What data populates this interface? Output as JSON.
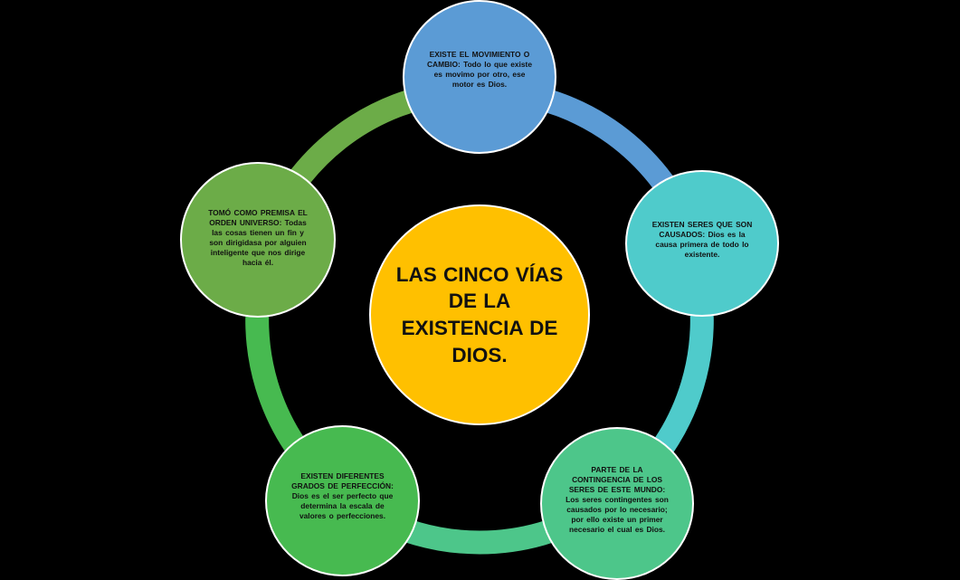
{
  "diagram": {
    "type": "cycle",
    "background": "#000000",
    "center": {
      "text": "LAS CINCO VÍAS DE LA EXISTENCIA DE DIOS.",
      "color": "#FFC000"
    },
    "nodes": [
      {
        "id": "movimiento",
        "text": "EXISTE EL MOVIMIENTO O CAMBIO: Todo lo que existe es movimo por otro, ese motor es Dios.",
        "color": "#5B9BD5"
      },
      {
        "id": "causados",
        "text": "EXISTEN SERES QUE SON CAUSADOS: Dios es la causa primera de todo lo existente.",
        "color": "#4FCBCB"
      },
      {
        "id": "contingencia",
        "text": "PARTE DE LA CONTINGENCIA DE LOS SERES DE ESTE MUNDO: Los seres contingentes son causados por lo necesario; por ello existe un primer necesario el cual es Dios.",
        "color": "#4DC68A"
      },
      {
        "id": "perfeccion",
        "text": "EXISTEN DIFERENTES GRADOS DE PERFECCIÓN: Dios es el ser perfecto que determina la escala de valores o perfecciones.",
        "color": "#47BA50"
      },
      {
        "id": "orden",
        "text": "TOMÓ COMO PREMISA EL ORDEN UNIVERSO: Todas las cosas tienen un fin y son dirigidasa por alguien inteligente que nos dirige hacia él.",
        "color": "#6CAC48"
      }
    ],
    "arcs": [
      {
        "from": "movimiento",
        "to": "causados",
        "color": "#5B9BD5"
      },
      {
        "from": "causados",
        "to": "contingencia",
        "color": "#4FCBCB"
      },
      {
        "from": "contingencia",
        "to": "perfeccion",
        "color": "#4DC68A"
      },
      {
        "from": "perfeccion",
        "to": "orden",
        "color": "#47BA50"
      },
      {
        "from": "orden",
        "to": "movimiento",
        "color": "#6CAC48"
      }
    ]
  }
}
